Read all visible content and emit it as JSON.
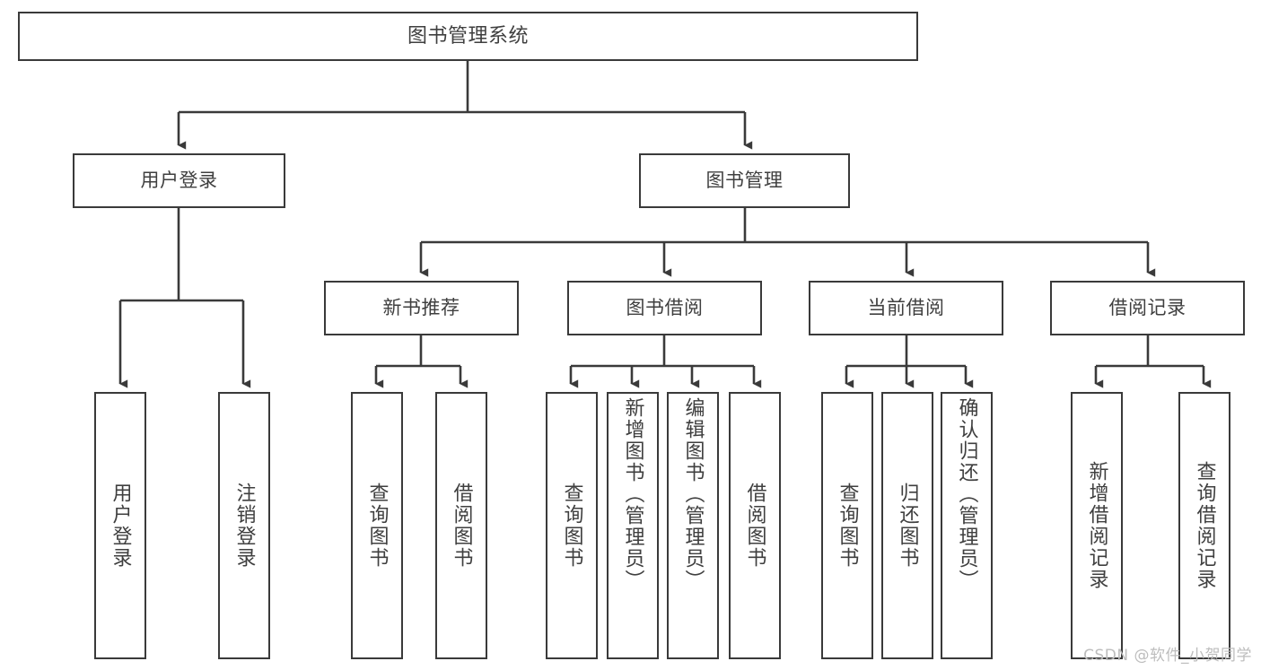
{
  "diagram": {
    "title": "图书管理系统",
    "type": "hierarchy-tree",
    "watermark": "CSDN @软件_小贺同学",
    "colors": {
      "background": "#ffffff",
      "node_border": "#3a3a3a",
      "node_fill": "#ffffff",
      "edge": "#3a3a3a",
      "text": "#3f3f3f",
      "watermark": "#bdbdbd"
    },
    "levels": [
      {
        "level": 0,
        "nodes": [
          {
            "id": "root",
            "label": "图书管理系统",
            "orientation": "horizontal"
          }
        ]
      },
      {
        "level": 1,
        "nodes": [
          {
            "id": "user-login",
            "label": "用户登录",
            "orientation": "horizontal",
            "parent": "root"
          },
          {
            "id": "book-manage",
            "label": "图书管理",
            "orientation": "horizontal",
            "parent": "root"
          }
        ]
      },
      {
        "level": 2,
        "nodes": [
          {
            "id": "new-book-rec",
            "label": "新书推荐",
            "orientation": "horizontal",
            "parent": "book-manage"
          },
          {
            "id": "book-borrow",
            "label": "图书借阅",
            "orientation": "horizontal",
            "parent": "book-manage"
          },
          {
            "id": "current-borrow",
            "label": "当前借阅",
            "orientation": "horizontal",
            "parent": "book-manage"
          },
          {
            "id": "borrow-record",
            "label": "借阅记录",
            "orientation": "horizontal",
            "parent": "book-manage"
          }
        ]
      },
      {
        "level": 3,
        "nodes": [
          {
            "id": "leaf-user-login",
            "label": "用户登录",
            "orientation": "vertical",
            "parent": "user-login"
          },
          {
            "id": "leaf-logout",
            "label": "注销登录",
            "orientation": "vertical",
            "parent": "user-login"
          },
          {
            "id": "leaf-query-book-rec",
            "label": "查询图书",
            "orientation": "vertical",
            "parent": "new-book-rec"
          },
          {
            "id": "leaf-borrow-book-rec",
            "label": "借阅图书",
            "orientation": "vertical",
            "parent": "new-book-rec"
          },
          {
            "id": "leaf-query-book-borrow",
            "label": "查询图书",
            "orientation": "vertical",
            "parent": "book-borrow"
          },
          {
            "id": "leaf-add-book",
            "label": "新增图书（管理员）",
            "orientation": "vertical",
            "parent": "book-borrow"
          },
          {
            "id": "leaf-edit-book",
            "label": "编辑图书（管理员）",
            "orientation": "vertical",
            "parent": "book-borrow"
          },
          {
            "id": "leaf-borrow-book",
            "label": "借阅图书",
            "orientation": "vertical",
            "parent": "book-borrow"
          },
          {
            "id": "leaf-query-book-current",
            "label": "查询图书",
            "orientation": "vertical",
            "parent": "current-borrow"
          },
          {
            "id": "leaf-return-book",
            "label": "归还图书",
            "orientation": "vertical",
            "parent": "current-borrow"
          },
          {
            "id": "leaf-confirm-return",
            "label": "确认归还（管理员）",
            "orientation": "vertical",
            "parent": "current-borrow"
          },
          {
            "id": "leaf-add-record",
            "label": "新增借阅记录",
            "orientation": "vertical",
            "parent": "borrow-record"
          },
          {
            "id": "leaf-query-record",
            "label": "查询借阅记录",
            "orientation": "vertical",
            "parent": "borrow-record"
          }
        ]
      }
    ]
  }
}
